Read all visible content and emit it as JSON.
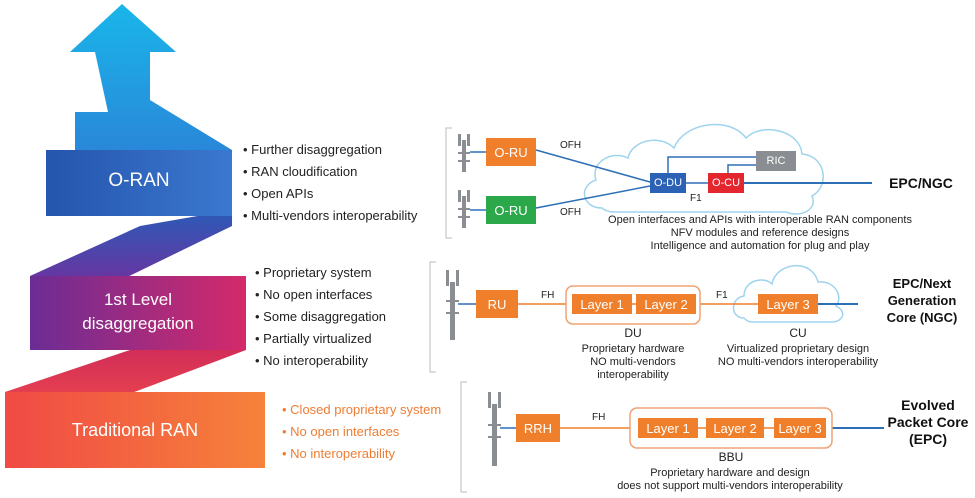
{
  "colors": {
    "oran_blue": "#2b5fb3",
    "level1_magenta": "#c8245d",
    "traditional_orange": "#f26a3b",
    "arrow_cyan": "#19b6ea",
    "orange_box": "#f07f2b",
    "green_box": "#2aa84a",
    "red_box": "#e4262e",
    "grey_box": "#8a8d91",
    "line_blue": "#2d6fb7",
    "cloud_outline": "#9fd4ee"
  },
  "tiers": {
    "oran": {
      "label": "O-RAN",
      "bullets": [
        "Further disaggregation",
        "RAN cloudification",
        "Open APIs",
        "Multi-vendors interoperability"
      ]
    },
    "level1": {
      "label_line1": "1st Level",
      "label_line2": "disaggregation",
      "bullets": [
        "Proprietary system",
        "No open interfaces",
        "Some disaggregation",
        "Partially virtualized",
        "No interoperability"
      ]
    },
    "traditional": {
      "label": "Traditional RAN",
      "bullets": [
        "Closed proprietary system",
        "No open interfaces",
        "No interoperability"
      ]
    }
  },
  "oran_diagram": {
    "oru_top": "O-RU",
    "oru_bottom": "O-RU",
    "ofh_top": "OFH",
    "ofh_bottom": "OFH",
    "odu": "O-DU",
    "ocu": "O-CU",
    "ric": "RIC",
    "f1": "F1",
    "core": "EPC/NGC",
    "caption": [
      "Open interfaces and APIs with interoperable RAN components",
      "NFV modules and reference designs",
      "Intelligence and automation for plug and play"
    ]
  },
  "level1_diagram": {
    "ru": "RU",
    "fh": "FH",
    "layer1": "Layer 1",
    "layer2": "Layer 2",
    "f1": "F1",
    "layer3": "Layer 3",
    "du_label": "DU",
    "du_caption": [
      "Proprietary hardware",
      "NO multi-vendors",
      "interoperability"
    ],
    "cu_label": "CU",
    "cu_caption": [
      "Virtualized proprietary design",
      "NO multi-vendors interoperability"
    ],
    "core": [
      "EPC/Next",
      "Generation",
      "Core (NGC)"
    ]
  },
  "traditional_diagram": {
    "rrh": "RRH",
    "fh": "FH",
    "layer1": "Layer 1",
    "layer2": "Layer 2",
    "layer3": "Layer 3",
    "bbu_label": "BBU",
    "bbu_caption": [
      "Proprietary hardware and design",
      "does not support multi-vendors interoperability"
    ],
    "core": [
      "Evolved",
      "Packet Core",
      "(EPC)"
    ]
  }
}
